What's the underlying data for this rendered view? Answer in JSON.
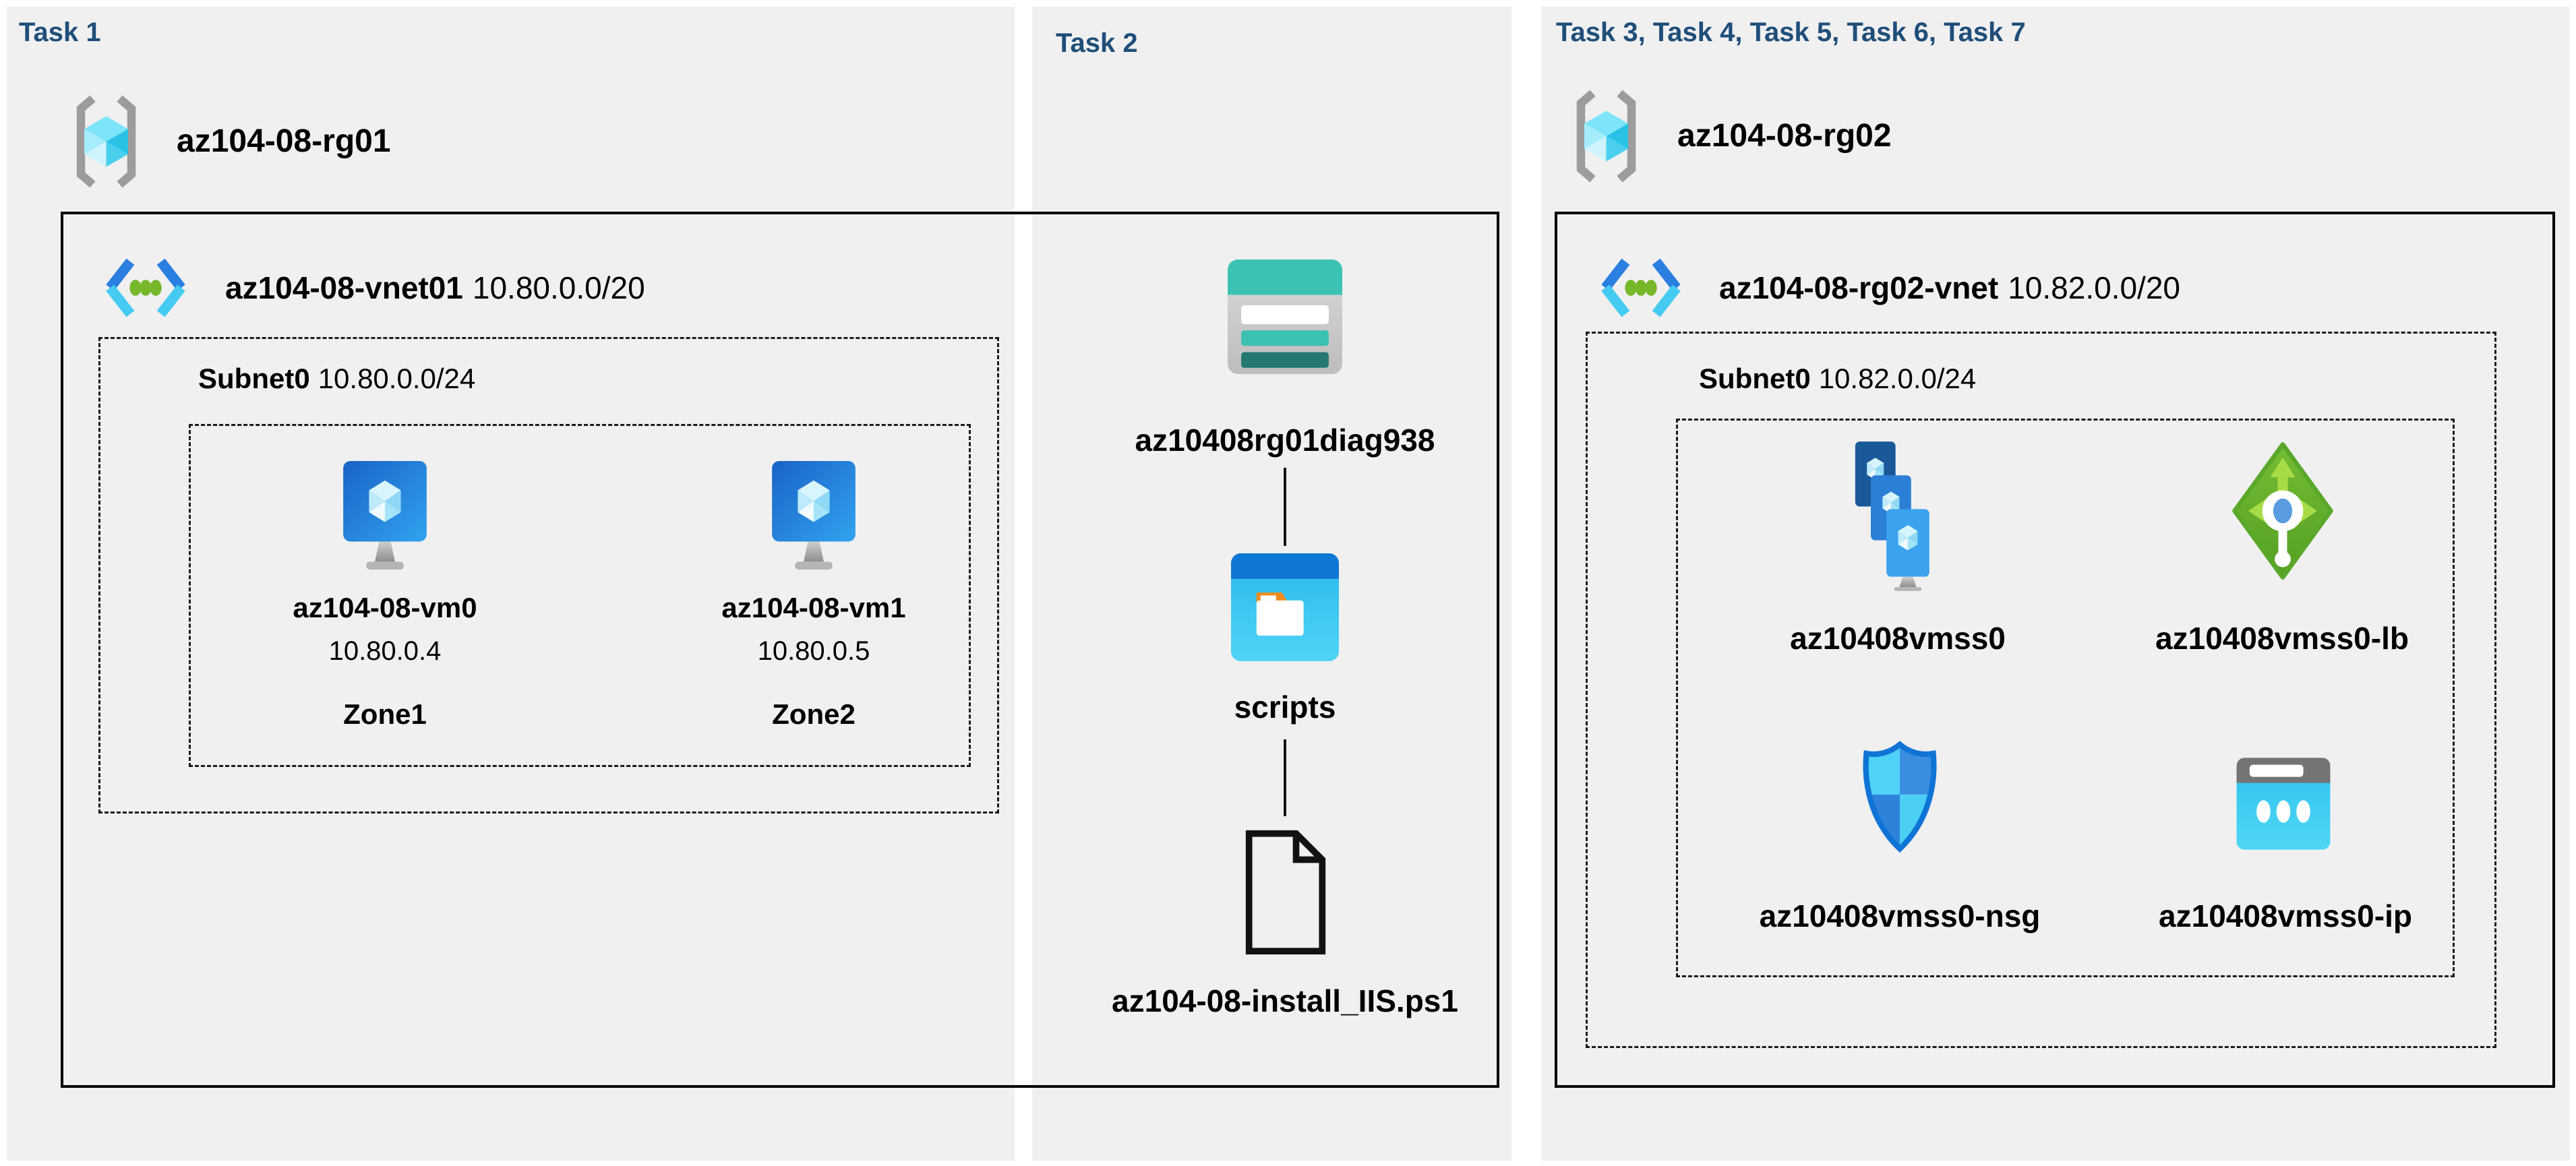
{
  "panels": [
    {
      "title": "Task 1",
      "resource_group": "az104-08-rg01",
      "vnet": {
        "name": "az104-08-vnet01",
        "cidr": "10.80.0.0/20"
      },
      "subnet": {
        "name": "Subnet0",
        "cidr": "10.80.0.0/24"
      },
      "vms": [
        {
          "name": "az104-08-vm0",
          "ip": "10.80.0.4",
          "zone": "Zone1",
          "icon": "virtual-machine-icon"
        },
        {
          "name": "az104-08-vm1",
          "ip": "10.80.0.5",
          "zone": "Zone2",
          "icon": "virtual-machine-icon"
        }
      ]
    },
    {
      "title": "Task 2",
      "storage_account": {
        "name": "az10408rg01diag938",
        "icon": "storage-account-icon"
      },
      "container": {
        "name": "scripts",
        "icon": "blob-container-icon"
      },
      "file": {
        "name": "az104-08-install_IIS.ps1",
        "icon": "script-file-icon"
      }
    },
    {
      "title": "Task 3, Task 4, Task 5, Task 6, Task 7",
      "resource_group": "az104-08-rg02",
      "vnet": {
        "name": "az104-08-rg02-vnet",
        "cidr": "10.82.0.0/20"
      },
      "subnet": {
        "name": "Subnet0",
        "cidr": "10.82.0.0/24"
      },
      "resources": [
        {
          "name": "az10408vmss0",
          "icon": "vm-scale-set-icon"
        },
        {
          "name": "az10408vmss0-lb",
          "icon": "load-balancer-icon"
        },
        {
          "name": "az10408vmss0-nsg",
          "icon": "network-security-group-icon"
        },
        {
          "name": "az10408vmss0-ip",
          "icon": "public-ip-icon"
        }
      ]
    }
  ],
  "colors": {
    "panel_bg": "#f0f0f1",
    "title": "#1f4e79",
    "text": "#000000",
    "box_border": "#000000",
    "dashed_border": "#1c1c1c",
    "azure_blue": "#2a7fe1",
    "cyan": "#45cbf2",
    "green": "#76b82a",
    "teal": "#3cc2b2",
    "dark_teal": "#25786f",
    "folder_orange": "#f08c1e",
    "lb_green": "#5aa82a",
    "shield_outline": "#0f74d6",
    "gray": "#9c9c9c"
  }
}
